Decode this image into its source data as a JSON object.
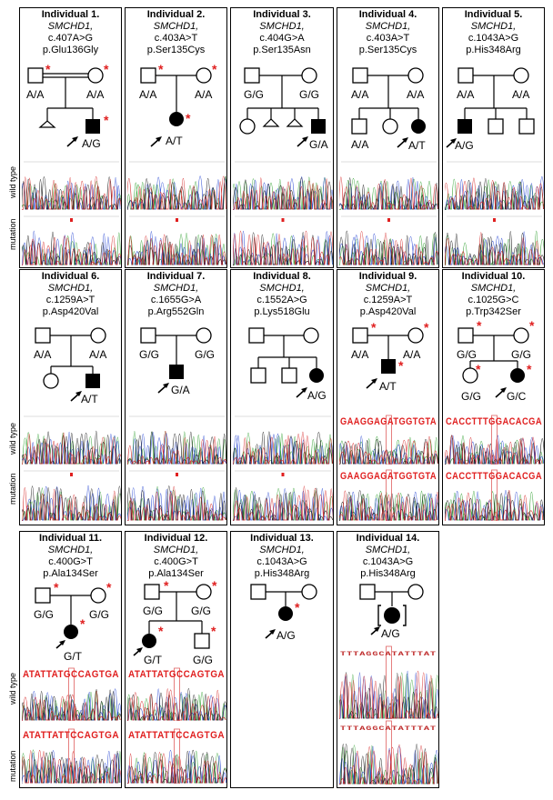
{
  "row_labels": {
    "wild_type": "wild type",
    "mutation": "mutation"
  },
  "individuals": [
    {
      "title": "Individual 1.",
      "gene": "SMCHD1,",
      "cdna": "c.407A>G",
      "protein": "p.Glu136Gly",
      "labels": {
        "father": "A/A",
        "mother": "A/A",
        "proband": "A/G"
      }
    },
    {
      "title": "Individual 2.",
      "gene": "SMCHD1,",
      "cdna": "c.403A>T",
      "protein": "p.Ser135Cys",
      "labels": {
        "father": "A/A",
        "mother": "A/A",
        "proband": "A/T"
      }
    },
    {
      "title": "Individual 3.",
      "gene": "SMCHD1,",
      "cdna": "c.404G>A",
      "protein": "p.Ser135Asn",
      "labels": {
        "father": "G/G",
        "mother": "G/G",
        "proband": "G/A"
      }
    },
    {
      "title": "Individual 4.",
      "gene": "SMCHD1,",
      "cdna": "c.403A>T",
      "protein": "p.Ser135Cys",
      "labels": {
        "father": "A/A",
        "mother": "A/A",
        "sib1": "A/A",
        "proband": "A/T"
      }
    },
    {
      "title": "Individual 5.",
      "gene": "SMCHD1,",
      "cdna": "c.1043A>G",
      "protein": "p.His348Arg",
      "labels": {
        "father": "A/A",
        "mother": "A/A",
        "proband": "A/G"
      }
    },
    {
      "title": "Individual 6.",
      "gene": "SMCHD1,",
      "cdna": "c.1259A>T",
      "protein": "p.Asp420Val",
      "labels": {
        "father": "A/A",
        "mother": "A/A",
        "proband": "A/T"
      }
    },
    {
      "title": "Individual 7.",
      "gene": "SMCHD1,",
      "cdna": "c.1655G>A",
      "protein": "p.Arg552Gln",
      "labels": {
        "father": "G/G",
        "mother": "G/G",
        "proband": "G/A"
      }
    },
    {
      "title": "Individual 8.",
      "gene": "SMCHD1,",
      "cdna": "c.1552A>G",
      "protein": "p.Lys518Glu",
      "labels": {
        "proband": "A/G"
      }
    },
    {
      "title": "Individual 9.",
      "gene": "SMCHD1,",
      "cdna": "c.1259A>T",
      "protein": "p.Asp420Val",
      "labels": {
        "father": "A/A",
        "mother": "A/A",
        "proband": "A/T"
      },
      "seq_wt": "GAAGGAGATGGTGTA",
      "seq_mut": "GAAGGAGATGGTGTA"
    },
    {
      "title": "Individual 10.",
      "gene": "SMCHD1,",
      "cdna": "c.1025G>C",
      "protein": "p.Trp342Ser",
      "labels": {
        "father": "G/G",
        "mother": "G/G",
        "sib1": "G/G",
        "proband": "G/C"
      },
      "seq_wt": "CACCTTTGGACACGA",
      "seq_mut": "CACCTTTGGACACGA"
    },
    {
      "title": "Individual 11.",
      "gene": "SMCHD1,",
      "cdna": "c.400G>T",
      "protein": "p.Ala134Ser",
      "labels": {
        "father": "G/G",
        "mother": "G/G",
        "proband": "G/T"
      },
      "seq_wt": "ATATTATGCCAGTGA",
      "seq_mut": "ATATTATTCCAGTGA"
    },
    {
      "title": "Individual 12.",
      "gene": "SMCHD1,",
      "cdna": "c.400G>T",
      "protein": "p.Ala134Ser",
      "labels": {
        "father": "G/G",
        "mother": "G/G",
        "proband": "G/T",
        "sib1": "G/G"
      },
      "seq_wt": "ATATTATGCCAGTGA",
      "seq_mut": "ATATTATTCCAGTGA"
    },
    {
      "title": "Individual 13.",
      "gene": "SMCHD1,",
      "cdna": "c.1043A>G",
      "protein": "p.His348Arg",
      "labels": {
        "proband": "A/G"
      }
    },
    {
      "title": "Individual 14.",
      "gene": "SMCHD1,",
      "cdna": "c.1043A>G",
      "protein": "p.His348Arg",
      "labels": {
        "proband": "A/G"
      },
      "seq_wt": "TTTAGGCATATTTAT",
      "seq_mut": "TTTAGGCATATTTAT"
    }
  ]
}
